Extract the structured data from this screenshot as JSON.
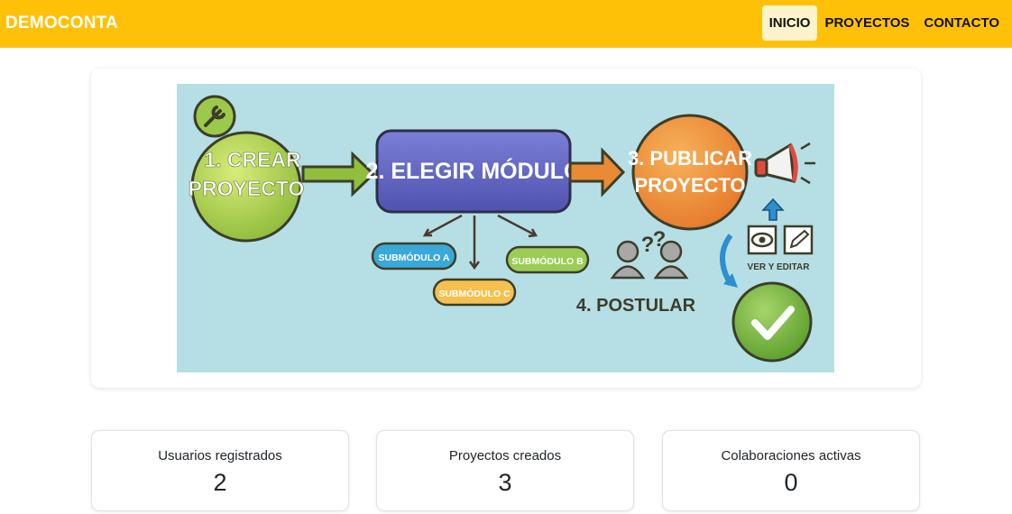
{
  "brand": "DEMOCONTA",
  "nav": {
    "items": [
      {
        "label": "INICIO",
        "active": true
      },
      {
        "label": "PROYECTOS",
        "active": false
      },
      {
        "label": "CONTACTO",
        "active": false
      }
    ]
  },
  "colors": {
    "navbar": "#ffc107",
    "active_nav": "#fff4c9",
    "brand_text": "#ffffff",
    "image_bg": "#b5dfe4"
  },
  "hero": {
    "step1": [
      "1. CREAR",
      "PROYECTO"
    ],
    "step2": "2. ELEGIR MÓDULO",
    "step3": [
      "3. PUBLICAR",
      "PROYECTO"
    ],
    "step4": "4. POSTULAR",
    "sub_a": "SUBMÓDULO A",
    "sub_b": "SUBMÓDULO B",
    "sub_c": "SUBMÓDULO C",
    "view_edit": "VER Y EDITAR",
    "icons": [
      "wrench-icon",
      "megaphone-icon",
      "eye-icon",
      "pencil-icon",
      "users-question-icon",
      "check-icon"
    ]
  },
  "stats": [
    {
      "label": "Usuarios registrados",
      "value": "2"
    },
    {
      "label": "Proyectos creados",
      "value": "3"
    },
    {
      "label": "Colaboraciones activas",
      "value": "0"
    }
  ]
}
